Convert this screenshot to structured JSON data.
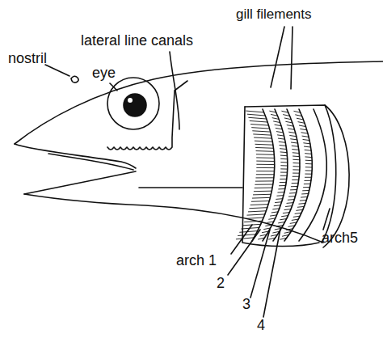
{
  "diagram": {
    "labels": [
      "nostril",
      "eye",
      "lateral line canals",
      "gill filements",
      "arch 1",
      "2",
      "3",
      "4",
      "arch5"
    ]
  }
}
